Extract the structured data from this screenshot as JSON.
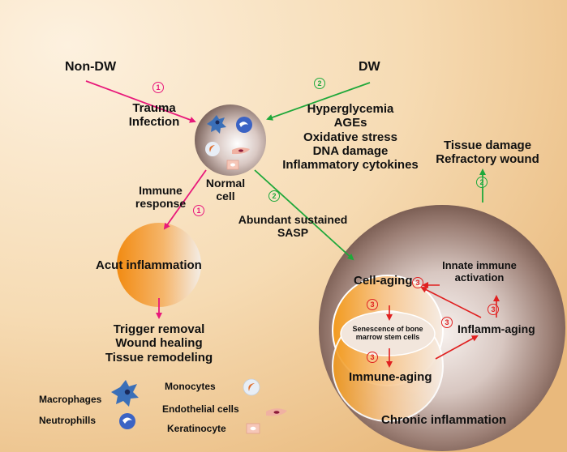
{
  "colors": {
    "pink": "#e8197a",
    "green": "#1fa83a",
    "red": "#e02020",
    "orange": "#f29a1e",
    "brown": "#7a5a4e"
  },
  "inputs": {
    "non_dw": "Non-DW",
    "dw": "DW",
    "non_dw_causes": [
      "Trauma",
      "Infection"
    ],
    "dw_causes": [
      "Hyperglycemia",
      "AGEs",
      "Oxidative stress",
      "DNA damage",
      "Inflammatory cytokines"
    ]
  },
  "normal_cell": {
    "label_line1": "Normal",
    "label_line2": "cell"
  },
  "pathway1": {
    "badge": "1",
    "label_line1": "Immune",
    "label_line2": "response",
    "node": "Acut inflammation",
    "outcomes": [
      "Trigger  removal",
      "Wound healing",
      "Tissue  remodeling"
    ]
  },
  "pathway2": {
    "badge": "2",
    "label_line1": "Abundant  sustained",
    "label_line2": "SASP",
    "outcomes": [
      "Tissue damage",
      "Refractory wound"
    ]
  },
  "chronic": {
    "title": "Chronic inflammation",
    "cell_aging": "Cell-aging",
    "immune_aging": "Immune-aging",
    "center_line1": "Senescence of bone",
    "center_line2": "marrow stem cells",
    "inflamm_aging": "Inflamm-aging",
    "innate_line1": "Innate immune",
    "innate_line2": "activation",
    "badge": "3"
  },
  "legend": {
    "macrophages": "Macrophages",
    "neutrophils": "Neutrophills",
    "monocytes": "Monocytes",
    "endothelial": "Endothelial cells",
    "keratinocyte": "Keratinocyte"
  }
}
